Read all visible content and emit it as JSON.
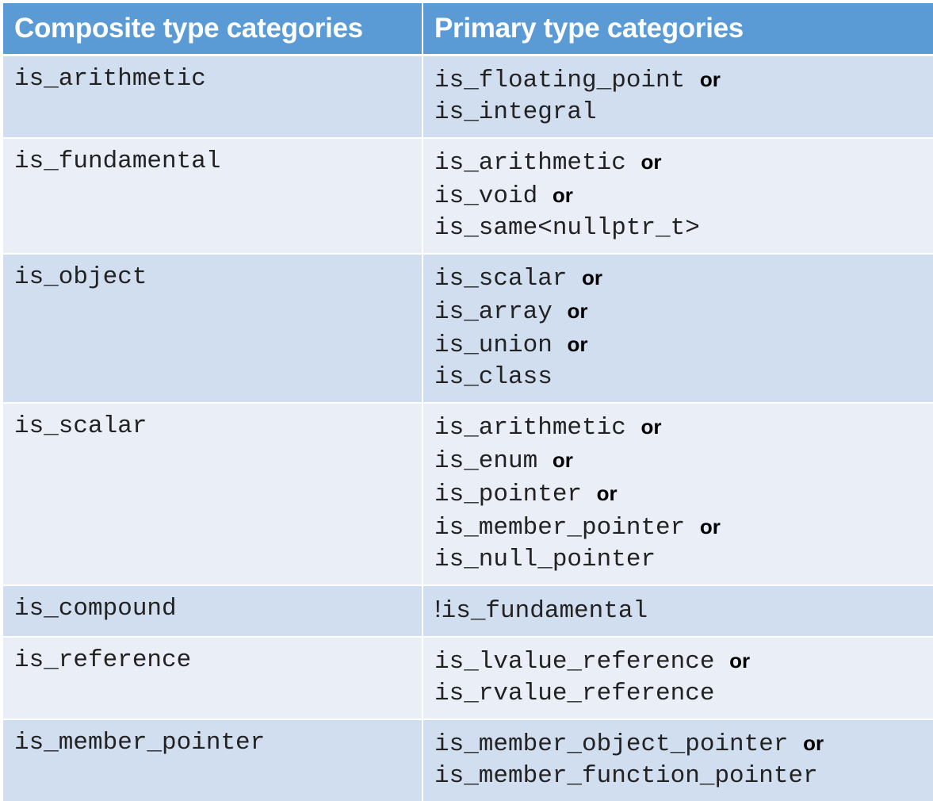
{
  "header": {
    "col1": "Composite type categories",
    "col2": "Primary type categories"
  },
  "rows": [
    {
      "composite": "is_arithmetic",
      "primary": [
        {
          "code": "is_floating_point",
          "op": "or"
        },
        {
          "code": "is_integral",
          "op": ""
        }
      ]
    },
    {
      "composite": "is_fundamental",
      "primary": [
        {
          "code": "is_arithmetic",
          "op": "or"
        },
        {
          "code": "is_void",
          "op": "or"
        },
        {
          "code": "is_same<nullptr_t>",
          "op": ""
        }
      ]
    },
    {
      "composite": "is_object",
      "primary": [
        {
          "code": "is_scalar",
          "op": "or"
        },
        {
          "code": "is_array",
          "op": "or"
        },
        {
          "code": "is_union",
          "op": "or"
        },
        {
          "code": "is_class",
          "op": ""
        }
      ]
    },
    {
      "composite": "is_scalar",
      "primary": [
        {
          "code": "is_arithmetic",
          "op": "or"
        },
        {
          "code": "is_enum",
          "op": "or"
        },
        {
          "code": "is_pointer",
          "op": "or"
        },
        {
          "code": "is_member_pointer",
          "op": "or"
        },
        {
          "code": "is_null_pointer",
          "op": ""
        }
      ]
    },
    {
      "composite": "is_compound",
      "primary": [
        {
          "prefix": "!",
          "code": "is_fundamental",
          "op": ""
        }
      ]
    },
    {
      "composite": "is_reference",
      "primary": [
        {
          "code": "is_lvalue_reference",
          "op": "or"
        },
        {
          "code": "is_rvalue_reference",
          "op": ""
        }
      ]
    },
    {
      "composite": "is_member_pointer",
      "primary": [
        {
          "code": "is_member_object_pointer",
          "op": "or"
        },
        {
          "code": "is_member_function_pointer",
          "op": ""
        }
      ]
    }
  ]
}
